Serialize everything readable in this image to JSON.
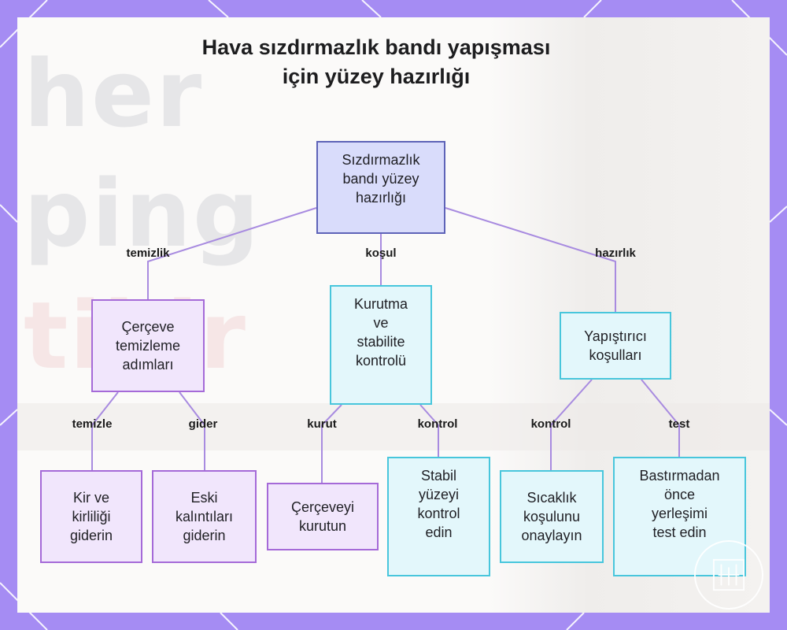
{
  "title": {
    "line1": "Hava sızdırmazlık bandı yapışması",
    "line2": "için yüzey hazırlığı"
  },
  "background_text": {
    "line1": "her",
    "line2": "ping",
    "line3": "tikir"
  },
  "nodes": {
    "root": "Sızdırmazlık\nbandı yüzey\nhazırlığı",
    "frame_cleaning": "Çerçeve\ntemizleme\nadımları",
    "drying_check": "Kurutma\nve\nstabilite\nkontrolü",
    "adhesive_conditions": "Yapıştırıcı\nkoşulları",
    "remove_dirt": "Kir ve\nkirliliği\ngiderin",
    "remove_residue": "Eski\nkalıntıları\ngiderin",
    "dry_frame": "Çerçeveyi\nkurutun",
    "check_stable": "Stabil\nyüzeyi\nkontrol\nedin",
    "confirm_temp": "Sıcaklık\nkoşulunu\nonaylayın",
    "test_placement": "Bastırmadan\nönce\nyerleşimi\ntest edin"
  },
  "edge_labels": {
    "temizlik": "temizlik",
    "kosul": "koşul",
    "hazirlik": "hazırlık",
    "temizle": "temizle",
    "gider": "gider",
    "kurut": "kurut",
    "kontrol_mid": "kontrol",
    "kontrol_right": "kontrol",
    "test": "test"
  },
  "colors": {
    "background": "#a58cf3",
    "root_fill": "#d9dcfb",
    "root_border": "#5e63b8",
    "purple_fill": "#f1e6fc",
    "purple_border": "#a56ad8",
    "cyan_fill": "#e3f7fb",
    "cyan_border": "#48c6dc",
    "edge": "#a88be0"
  },
  "icons": {
    "watermark": "logo-watermark-icon"
  }
}
